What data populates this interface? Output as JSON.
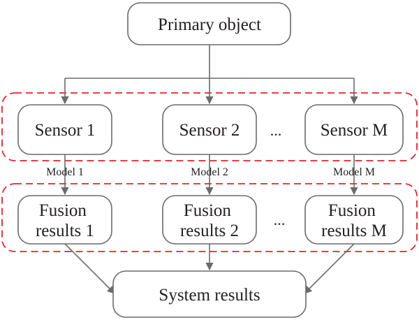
{
  "nodes": {
    "primary_object": "Primary object",
    "sensor_1": "Sensor 1",
    "sensor_2": "Sensor 2",
    "sensor_m": "Sensor M",
    "fusion_1": [
      "Fusion",
      "results 1"
    ],
    "fusion_2": [
      "Fusion",
      "results 2"
    ],
    "fusion_m": [
      "Fusion",
      "results M"
    ],
    "system_results": "System results"
  },
  "labels": {
    "model_1": "Model 1",
    "model_2": "Model 2",
    "model_m": "Model M"
  },
  "ellipsis": {
    "sensor_row": "...",
    "fusion_row": "..."
  },
  "colors": {
    "box_stroke": "#6b6b6b",
    "group_dashed": "#e0242b",
    "text": "#231f20"
  }
}
